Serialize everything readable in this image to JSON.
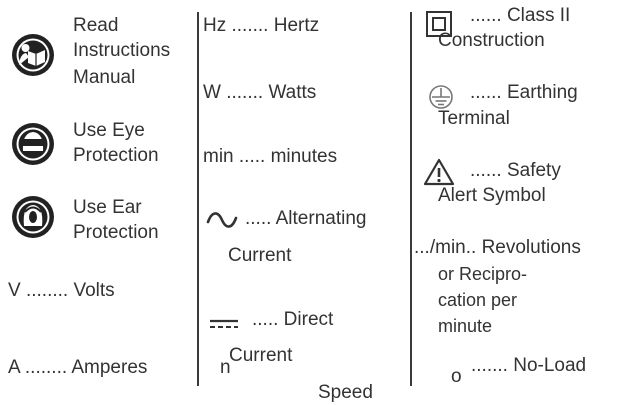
{
  "col1": {
    "read": [
      "Read",
      "Instructions",
      "Manual"
    ],
    "eye": [
      "Use Eye",
      "Protection"
    ],
    "ear": [
      "Use Ear",
      "Protection"
    ],
    "volts": "V ........ Volts",
    "amperes": "A ........ Amperes"
  },
  "col2": {
    "hertz": "Hz ....... Hertz",
    "watts": "W ....... Watts",
    "minutes": "min ..... minutes",
    "alternating": [
      "..... Alternating",
      "Current"
    ],
    "direct": [
      "..... Direct",
      "Current"
    ],
    "n": "n",
    "speed": "Speed"
  },
  "col3": {
    "class2": [
      "...... Class II",
      "Construction"
    ],
    "earthing": [
      "...... Earthing",
      "Terminal"
    ],
    "safety": [
      "...... Safety",
      "Alert Symbol"
    ],
    "revolutions": [
      ".../min.. Revolutions",
      "or Recipro-",
      "cation per",
      "minute"
    ],
    "noload_o": "o",
    "noload": "....... No-Load"
  },
  "icons": [
    "read-manual-icon",
    "eye-protection-icon",
    "ear-protection-icon",
    "alternating-current-icon",
    "direct-current-icon",
    "class-ii-construction-icon",
    "earthing-terminal-icon",
    "safety-alert-icon"
  ]
}
